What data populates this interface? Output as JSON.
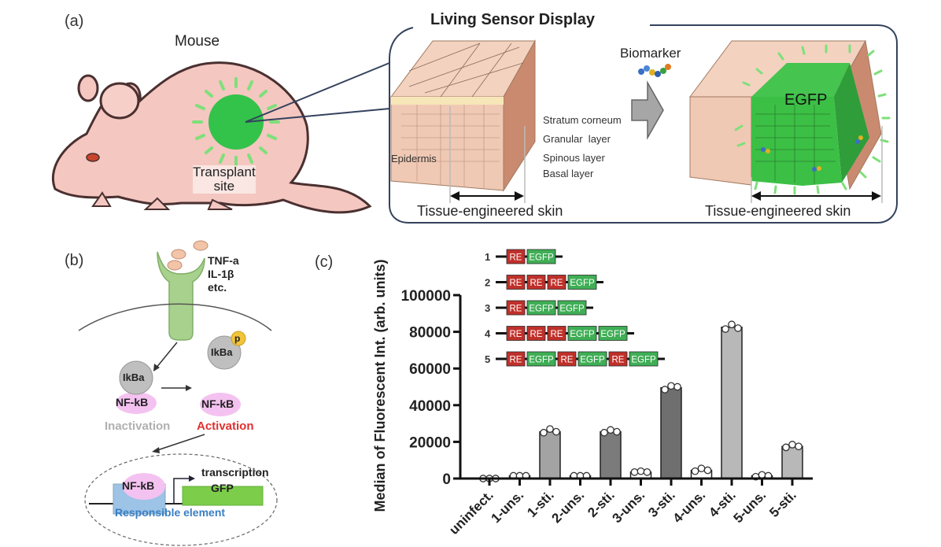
{
  "panel_a": {
    "label": "(a)",
    "mouse_title": "Mouse",
    "transplant_label_line1": "Transplant",
    "transplant_label_line2": "site",
    "display_title": "Living Sensor Display",
    "biomarker_label": "Biomarker",
    "egfp_label": "EGFP",
    "epidermis_label": "Epidermis",
    "layers": [
      "Stratum corneum",
      "Granular  layer",
      "Spinous layer",
      "Basal layer"
    ],
    "skin_label_left": "Tissue-engineered skin",
    "skin_label_right": "Tissue-engineered skin",
    "colors": {
      "skin": "#f2c6b4",
      "egfp": "#3cbf45",
      "frame": "#34425e",
      "arrow": "#a6a6a6"
    }
  },
  "panel_b": {
    "label": "(b)",
    "ligands": [
      "TNF-a",
      "IL-1β",
      "etc."
    ],
    "ikba": "IkBa",
    "phospho": "p",
    "nfkb": "NF-kB",
    "inactivation": "Inactivation",
    "activation": "Activation",
    "transcription": "transcription",
    "gfp": "GFP",
    "responsible_element": "Responsible element",
    "colors": {
      "receptor": "#a9d18e",
      "ikba": "#bfbfbf",
      "nfkb": "#f4c2f0",
      "activation": "#e03030",
      "inactivation": "#b0b0b0",
      "element": "#9dc3e6",
      "gfp": "#7ccd4a",
      "element_text": "#3a7fc4"
    }
  },
  "panel_c": {
    "label": "(c)",
    "constructs": [
      {
        "id": "1",
        "parts": [
          "RE",
          "EGFP"
        ]
      },
      {
        "id": "2",
        "parts": [
          "RE",
          "RE",
          "RE",
          "EGFP"
        ]
      },
      {
        "id": "3",
        "parts": [
          "RE",
          "EGFP",
          "EGFP"
        ]
      },
      {
        "id": "4",
        "parts": [
          "RE",
          "RE",
          "RE",
          "EGFP",
          "EGFP"
        ]
      },
      {
        "id": "5",
        "parts": [
          "RE",
          "EGFP",
          "RE",
          "EGFP",
          "RE",
          "EGFP"
        ]
      }
    ],
    "construct_colors": {
      "RE": "#c0302a",
      "EGFP": "#3fae55"
    }
  },
  "chart_data": {
    "type": "bar",
    "title": "",
    "xlabel": "",
    "ylabel": "Median of Fluorescent Int. (arb. units)",
    "ylim": [
      0,
      100000
    ],
    "yticks": [
      0,
      20000,
      40000,
      60000,
      80000,
      100000
    ],
    "ytick_labels": [
      "0",
      "20000",
      "40000",
      "60000",
      "80000",
      "100000"
    ],
    "categories": [
      "uninfect.",
      "1-uns.",
      "1-sti.",
      "2-uns.",
      "2-sti.",
      "3-uns.",
      "3-sti.",
      "4-uns.",
      "4-sti.",
      "5-uns.",
      "5-sti."
    ],
    "values": [
      0,
      1500,
      25500,
      1500,
      25500,
      3500,
      49500,
      4500,
      82500,
      1500,
      17500
    ],
    "replicates": [
      [
        0,
        0,
        0
      ],
      [
        1500,
        1500,
        1500
      ],
      [
        25000,
        27000,
        25500
      ],
      [
        1500,
        1500,
        1500
      ],
      [
        25000,
        26500,
        25500
      ],
      [
        3500,
        4000,
        3500
      ],
      [
        48500,
        50500,
        50000
      ],
      [
        4000,
        5500,
        4500
      ],
      [
        81500,
        84000,
        82000
      ],
      [
        1000,
        2000,
        1500
      ],
      [
        17000,
        18500,
        17500
      ]
    ],
    "bar_colors": [
      "#ffffff",
      "#ffffff",
      "#a3a3a3",
      "#ffffff",
      "#7b7b7b",
      "#ffffff",
      "#6f6f6f",
      "#ffffff",
      "#b8b8b8",
      "#ffffff",
      "#b8b8b8"
    ],
    "grid": false,
    "legend": "none"
  }
}
